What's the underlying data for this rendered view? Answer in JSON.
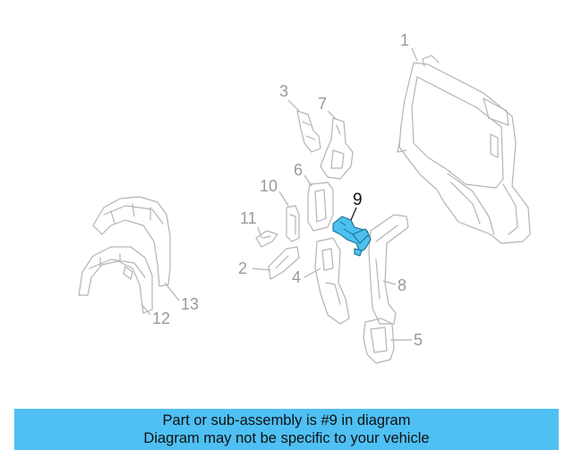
{
  "diagram": {
    "callouts": [
      "1",
      "2",
      "3",
      "4",
      "5",
      "6",
      "7",
      "8",
      "9",
      "10",
      "11",
      "12",
      "13"
    ],
    "highlighted_part": "9",
    "highlight_color": "#4fc0f3",
    "part_line_color": "#b4b4b4"
  },
  "banner": {
    "line1": "Part or sub-assembly is #9 in diagram",
    "line2": "Diagram may not be specific to your vehicle",
    "background": "#4fc0f3"
  }
}
